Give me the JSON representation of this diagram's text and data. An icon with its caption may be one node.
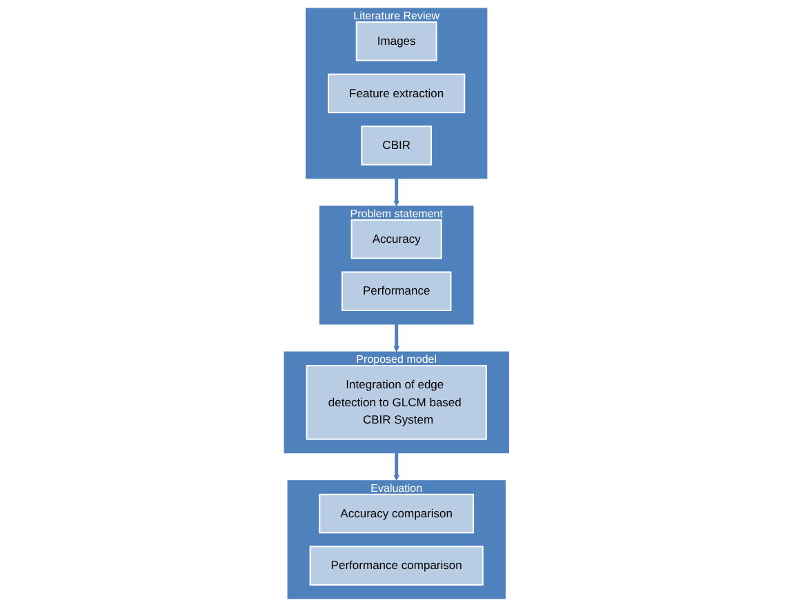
{
  "diagram": {
    "nodes": [
      {
        "text": [
          "Literature Review"
        ]
      },
      {
        "text": [
          "Images"
        ],
        "in": 0
      },
      {
        "text": [
          "Feature extraction"
        ],
        "in": 0
      },
      {
        "text": [
          "CBIR"
        ],
        "in": 0
      },
      {
        "text": [
          "Problem statement"
        ]
      },
      {
        "text": [
          "Accuracy"
        ],
        "in": 4
      },
      {
        "text": [
          "Performance"
        ],
        "in": 4
      },
      {
        "text": [
          "Proposed model"
        ]
      },
      {
        "text": [
          "Integration of edge detection to GLCM based  CBIR System"
        ],
        "in": 7
      },
      {
        "text": [
          "Evaluation"
        ]
      },
      {
        "text": [
          "Accuracy comparison"
        ],
        "in": 9
      },
      {
        "text": [
          "Performance comparison"
        ],
        "in": 9
      }
    ],
    "edges": [
      {
        "from": 0,
        "to": 4,
        "arrow": "to"
      },
      {
        "from": 4,
        "to": 7,
        "arrow": "to"
      },
      {
        "from": 7,
        "to": 9,
        "arrow": "to"
      }
    ]
  }
}
